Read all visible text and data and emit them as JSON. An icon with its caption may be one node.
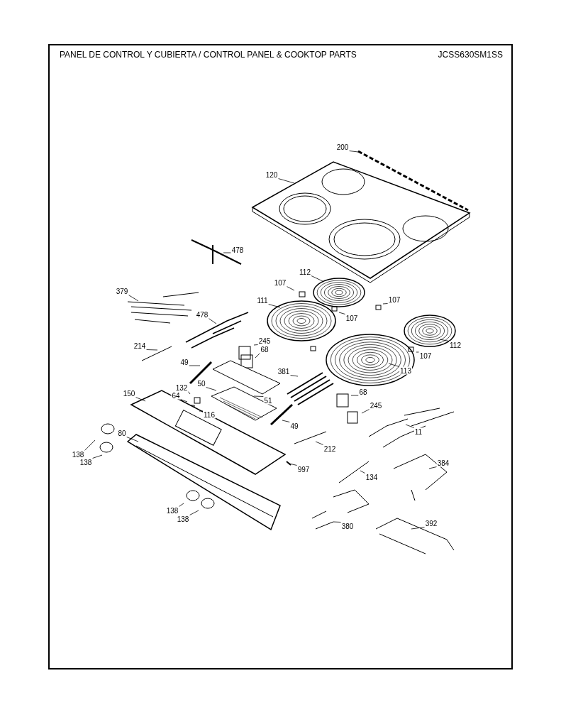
{
  "diagram": {
    "title": "PANEL DE CONTROL Y CUBIERTA / CONTROL PANEL & COOKTOP PARTS",
    "nodes": [
      {
        "text": [
          "200"
        ]
      },
      {
        "text": [
          "120"
        ]
      },
      {
        "text": [
          "478"
        ]
      },
      {
        "text": [
          "112"
        ]
      },
      {
        "text": [
          "107"
        ]
      },
      {
        "text": [
          "107"
        ]
      },
      {
        "text": [
          "379"
        ]
      },
      {
        "text": [
          "111"
        ]
      },
      {
        "text": [
          "107"
        ]
      },
      {
        "text": [
          "478"
        ]
      },
      {
        "text": [
          "112"
        ]
      },
      {
        "text": [
          "245"
        ]
      },
      {
        "text": [
          "214"
        ]
      },
      {
        "text": [
          "68"
        ]
      },
      {
        "text": [
          "107"
        ]
      },
      {
        "text": [
          "49"
        ]
      },
      {
        "text": [
          "113"
        ]
      },
      {
        "text": [
          "381"
        ]
      },
      {
        "text": [
          "50"
        ]
      },
      {
        "text": [
          "51"
        ]
      },
      {
        "text": [
          "132"
        ]
      },
      {
        "text": [
          "150"
        ]
      },
      {
        "text": [
          "64"
        ]
      },
      {
        "text": [
          "68"
        ]
      },
      {
        "text": [
          "116"
        ]
      },
      {
        "text": [
          "245"
        ]
      },
      {
        "text": [
          "49"
        ]
      },
      {
        "text": [
          "11"
        ]
      },
      {
        "text": [
          "80"
        ]
      },
      {
        "text": [
          "212"
        ]
      },
      {
        "text": [
          "138"
        ]
      },
      {
        "text": [
          "138"
        ]
      },
      {
        "text": [
          "384"
        ]
      },
      {
        "text": [
          "997"
        ]
      },
      {
        "text": [
          "134"
        ]
      },
      {
        "text": [
          "138"
        ]
      },
      {
        "text": [
          "138"
        ]
      },
      {
        "text": [
          "380"
        ]
      },
      {
        "text": [
          "392"
        ]
      }
    ],
    "edges": [
      {
        "from": 0,
        "to": null,
        "arrow": "none"
      },
      {
        "from": 1,
        "to": null,
        "arrow": "none"
      },
      {
        "from": 2,
        "to": null,
        "arrow": "none"
      },
      {
        "from": 3,
        "to": null,
        "arrow": "none"
      },
      {
        "from": 4,
        "to": null,
        "arrow": "none"
      },
      {
        "from": 5,
        "to": null,
        "arrow": "none"
      },
      {
        "from": 6,
        "to": null,
        "arrow": "none"
      },
      {
        "from": 7,
        "to": null,
        "arrow": "none"
      },
      {
        "from": 8,
        "to": null,
        "arrow": "none"
      },
      {
        "from": 9,
        "to": null,
        "arrow": "none"
      },
      {
        "from": 10,
        "to": null,
        "arrow": "none"
      },
      {
        "from": 11,
        "to": null,
        "arrow": "none"
      },
      {
        "from": 12,
        "to": null,
        "arrow": "none"
      },
      {
        "from": 13,
        "to": null,
        "arrow": "none"
      },
      {
        "from": 14,
        "to": null,
        "arrow": "none"
      },
      {
        "from": 15,
        "to": null,
        "arrow": "none"
      },
      {
        "from": 16,
        "to": null,
        "arrow": "none"
      },
      {
        "from": 17,
        "to": null,
        "arrow": "none"
      },
      {
        "from": 18,
        "to": null,
        "arrow": "none"
      },
      {
        "from": 19,
        "to": null,
        "arrow": "none"
      },
      {
        "from": 20,
        "to": null,
        "arrow": "none"
      },
      {
        "from": 21,
        "to": null,
        "arrow": "none"
      },
      {
        "from": 22,
        "to": null,
        "arrow": "none"
      },
      {
        "from": 23,
        "to": null,
        "arrow": "none"
      },
      {
        "from": 24,
        "to": null,
        "arrow": "none"
      },
      {
        "from": 25,
        "to": null,
        "arrow": "none"
      },
      {
        "from": 26,
        "to": null,
        "arrow": "none"
      },
      {
        "from": 27,
        "to": null,
        "arrow": "none"
      },
      {
        "from": 28,
        "to": null,
        "arrow": "none"
      },
      {
        "from": 29,
        "to": null,
        "arrow": "none"
      },
      {
        "from": 30,
        "to": null,
        "arrow": "none"
      },
      {
        "from": 31,
        "to": null,
        "arrow": "none"
      },
      {
        "from": 32,
        "to": null,
        "arrow": "none"
      },
      {
        "from": 33,
        "to": null,
        "arrow": "none"
      },
      {
        "from": 34,
        "to": null,
        "arrow": "none"
      },
      {
        "from": 35,
        "to": null,
        "arrow": "none"
      },
      {
        "from": 36,
        "to": null,
        "arrow": "none"
      },
      {
        "from": 37,
        "to": null,
        "arrow": "none"
      },
      {
        "from": 38,
        "to": null,
        "arrow": "none"
      }
    ],
    "labels": [
      "JCSS630SM1SS"
    ]
  }
}
